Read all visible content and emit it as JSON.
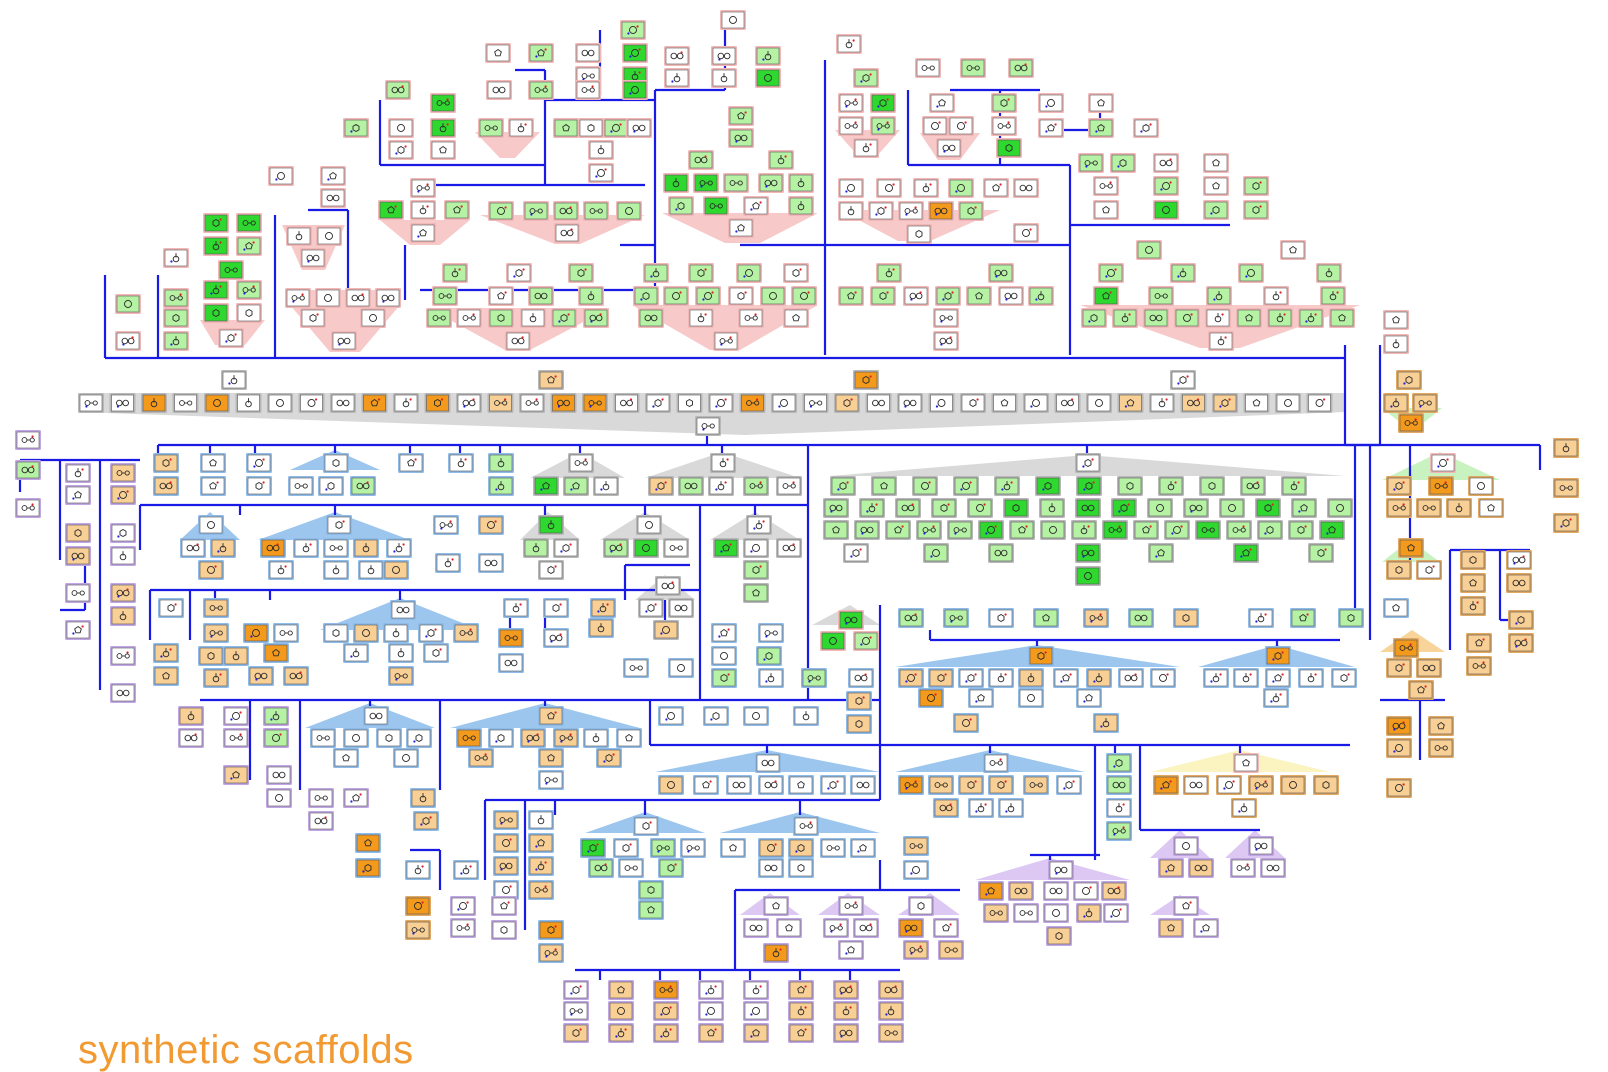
{
  "caption": "synthetic scaffolds",
  "palette": {
    "edge": "#1a1ae6",
    "natural_region": "#f7c9c9",
    "natural_frame": "#f2b8b8",
    "synthetic_region": "#9cc6ee",
    "synthetic_frame": "#8fbbe8",
    "mixed_region": "#d9d9d9",
    "mixed_frame": "#b8b8b8",
    "orange_region": "#f8d49a",
    "orange_frame": "#e0a860",
    "lavender_region": "#dcc8f2",
    "lavender_frame": "#c0a6e4",
    "lightgreen_region": "#c8f2c0",
    "yellow_region": "#fbf4c0",
    "fill_bright_green": "#2fd82f",
    "fill_light_green": "#b6f2a4",
    "fill_orange": "#f39a1c",
    "fill_light_orange": "#f8cf94",
    "fill_white": "#ffffff",
    "glyph_ink": "#2a2a2a",
    "glyph_red": "#e02020",
    "glyph_blue": "#2020e0"
  },
  "legend_marks": {
    "region_natural": "light red shaded subtree",
    "region_synthetic": "light blue shaded subtree",
    "region_mixed": "grey shaded subtree"
  }
}
